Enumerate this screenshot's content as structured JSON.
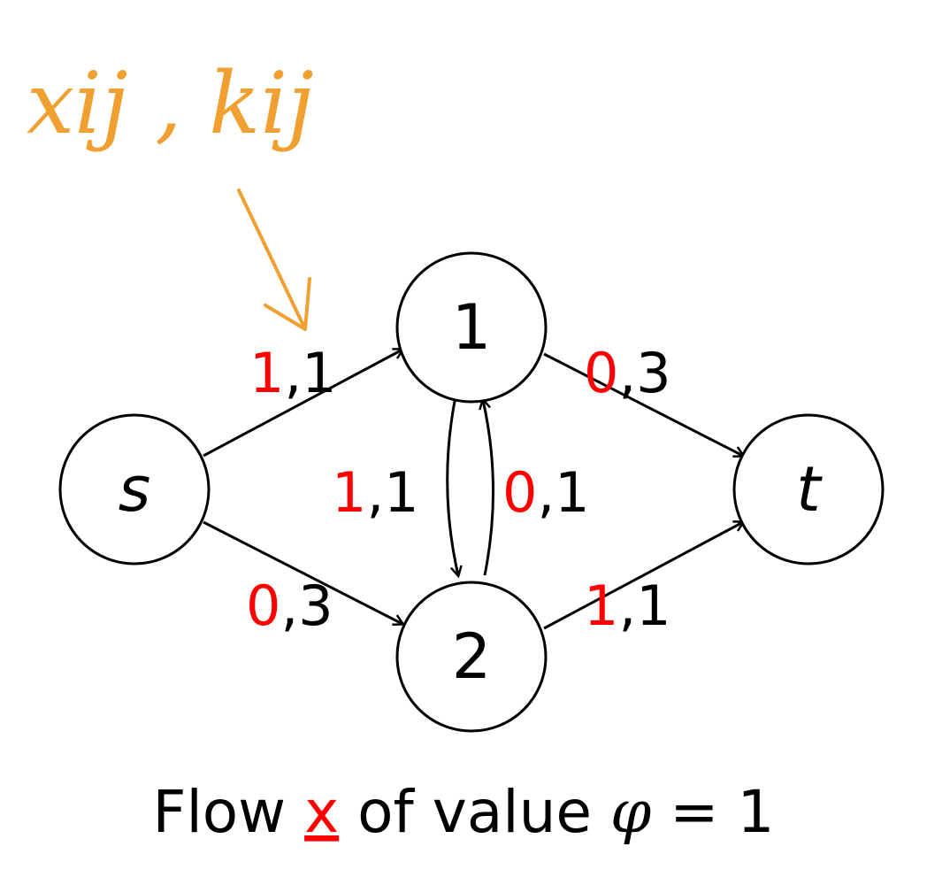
{
  "annotation": {
    "handwritten_text": "xij , kij",
    "color": "#f0a030"
  },
  "nodes": {
    "s": "s",
    "n1": "1",
    "n2": "2",
    "t": "t"
  },
  "edges": {
    "s_1": {
      "flow": "1",
      "sep": ",",
      "cap": "1"
    },
    "s_2": {
      "flow": "0",
      "sep": ",",
      "cap": "3"
    },
    "1_t": {
      "flow": "0",
      "sep": ",",
      "cap": "3"
    },
    "2_t": {
      "flow": "1",
      "sep": ",",
      "cap": "1"
    },
    "1_2": {
      "flow": "1",
      "sep": ",",
      "cap": "1"
    },
    "2_1": {
      "flow": "0",
      "sep": ",",
      "cap": "1"
    }
  },
  "caption": {
    "prefix": "Flow ",
    "variable": "x",
    "middle": " of value ",
    "phi": "φ",
    "suffix": " = 1"
  },
  "colors": {
    "flow": "#ff0000",
    "capacity": "#000000",
    "annotation": "#f0a030"
  }
}
